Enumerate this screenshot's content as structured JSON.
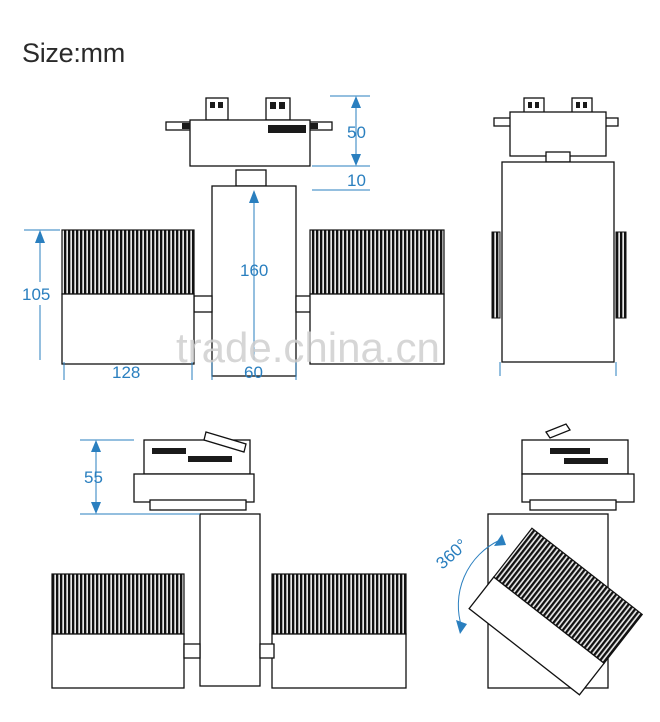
{
  "title": "Size:mm",
  "front_view": {
    "dim_top": "50",
    "dim_gap": "10",
    "dim_stem": "160",
    "dim_head_height": "105",
    "dim_head_width": "128",
    "dim_stem_width": "60"
  },
  "track_view": {
    "dim_adapter": "55"
  },
  "rotation_view": {
    "rotation_label": "360°"
  },
  "watermark": "trade.china.cn",
  "colors": {
    "dimension_blue": "#2a7fbf",
    "line_black": "#111111"
  }
}
